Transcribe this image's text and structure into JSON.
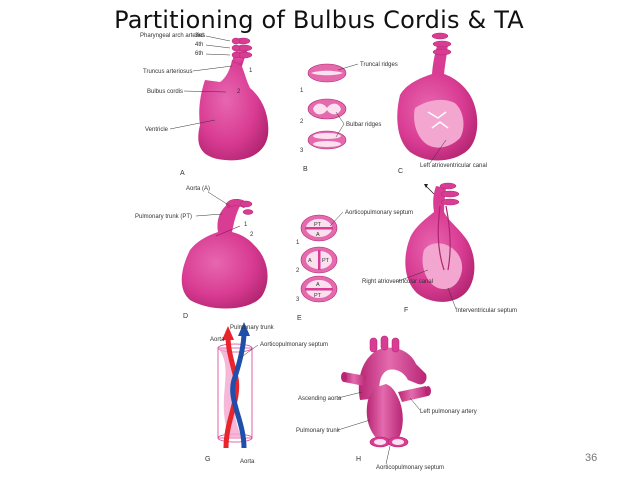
{
  "slide": {
    "title": "Partitioning of Bulbus Cordis & TA",
    "page_number": "36"
  },
  "panel_a": {
    "letter": "A",
    "labels": [
      "Pharyngeal arch arteries",
      "3rd",
      "4th",
      "6th",
      "Truncus arteriosus",
      "Bulbus cordis",
      "Ventricle"
    ],
    "numbers": [
      "1",
      "2"
    ]
  },
  "panel_b": {
    "letter": "B",
    "labels": [
      "Truncal ridges",
      "Bulbar ridges"
    ],
    "numbers": [
      "1",
      "2",
      "3"
    ]
  },
  "panel_c": {
    "letter": "C",
    "labels": [
      "Left atrioventricular canal"
    ]
  },
  "panel_d": {
    "letter": "D",
    "labels": [
      "Aorta (A)",
      "Pulmonary trunk (PT)"
    ],
    "numbers": [
      "1",
      "2"
    ]
  },
  "panel_e": {
    "letter": "E",
    "labels": [
      "Aorticopulmonary septum"
    ],
    "ring_labels": [
      "PT",
      "A",
      "A",
      "PT",
      "A",
      "PT"
    ],
    "numbers": [
      "1",
      "2",
      "3"
    ]
  },
  "panel_f": {
    "letter": "F",
    "labels": [
      "Right atrioventricular canal",
      "Interventricular septum"
    ]
  },
  "panel_g": {
    "letter": "G",
    "labels": [
      "Pulmonary trunk",
      "Aorta",
      "Aorticopulmonary septum",
      "Aorta"
    ]
  },
  "panel_h": {
    "letter": "H",
    "labels": [
      "Ascending aorta",
      "Left pulmonary artery",
      "Pulmonary trunk",
      "Aorticopulmonary septum"
    ]
  },
  "colors": {
    "heart_pink": "#d93c93",
    "heart_dark": "#b0246f",
    "aorta_red": "#e8242c",
    "pulmonary_blue": "#1f4fa8"
  }
}
